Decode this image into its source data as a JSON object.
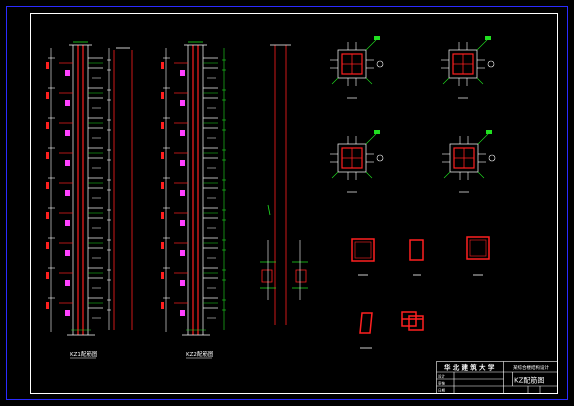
{
  "drawing": {
    "background": "#000000",
    "colors": {
      "frame": "#2b2bff",
      "border": "#ffffff",
      "rebar": "#ff2020",
      "dim_green": "#20e020",
      "magenta": "#ff40ff",
      "cyan": "#30e0ff",
      "white": "#ffffff"
    },
    "elevations": [
      {
        "caption": "KZ1配筋图"
      },
      {
        "caption": "KZ2配筋图"
      }
    ],
    "title_block": {
      "school": "华 北 建 筑 大 学",
      "project": "某综合楼结构设计",
      "drawing_name": "KZ配筋图",
      "rows": [
        "设计  ",
        "审核  ",
        "日期  "
      ]
    }
  }
}
